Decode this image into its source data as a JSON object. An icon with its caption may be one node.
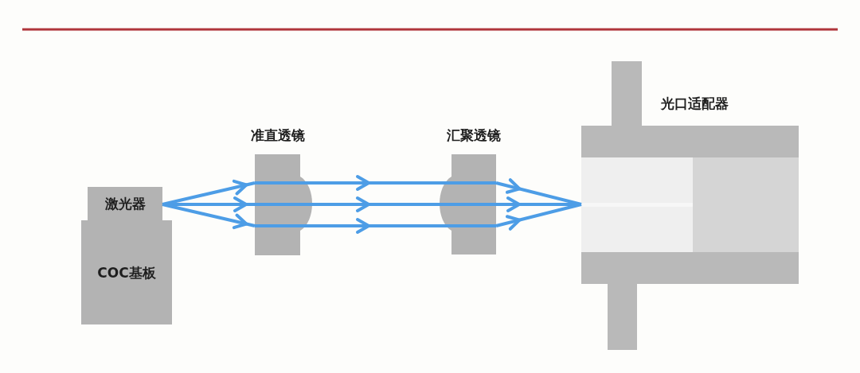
{
  "diagram": {
    "nodes": [
      {
        "text": [
          "激光器"
        ]
      },
      {
        "text": [
          "COC基板"
        ]
      },
      {
        "text": [
          "准直透镜"
        ]
      },
      {
        "text": [
          "汇聚透镜"
        ]
      },
      {
        "text": [
          "光口适配器"
        ]
      }
    ],
    "edges": [
      {
        "from": 0,
        "to": 2,
        "arrow": "to"
      },
      {
        "from": 0,
        "to": 2,
        "arrow": "to"
      },
      {
        "from": 0,
        "to": 2,
        "arrow": "to"
      },
      {
        "from": 2,
        "to": 3,
        "arrow": "to"
      },
      {
        "from": 2,
        "to": 3,
        "arrow": "to"
      },
      {
        "from": 2,
        "to": 3,
        "arrow": "to"
      },
      {
        "from": 3,
        "to": 4,
        "arrow": "to"
      },
      {
        "from": 3,
        "to": 4,
        "arrow": "to"
      },
      {
        "from": 3,
        "to": 4,
        "arrow": "to"
      }
    ]
  }
}
